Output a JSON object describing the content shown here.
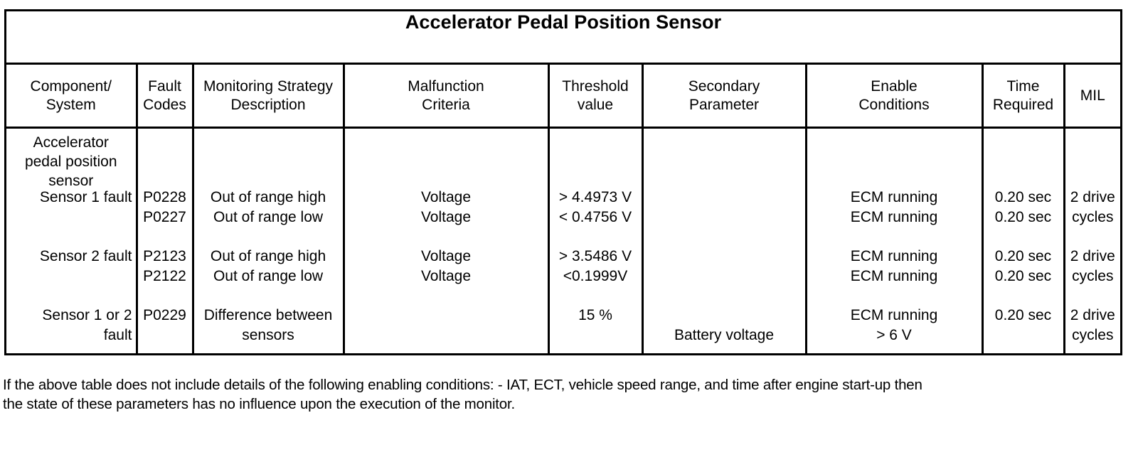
{
  "document": {
    "table_title": "Accelerator Pedal Position Sensor",
    "columns": [
      {
        "line1": "Component/",
        "line2": "System"
      },
      {
        "line1": "Fault",
        "line2": "Codes"
      },
      {
        "line1": "Monitoring Strategy",
        "line2": "Description"
      },
      {
        "line1": "Malfunction",
        "line2": "Criteria"
      },
      {
        "line1": "Threshold",
        "line2": "value"
      },
      {
        "line1": "Secondary",
        "line2": "Parameter"
      },
      {
        "line1": "Enable",
        "line2": "Conditions"
      },
      {
        "line1": "Time",
        "line2": "Required"
      },
      {
        "line1": "MIL",
        "line2": ""
      }
    ],
    "component": {
      "heading_l1": "Accelerator",
      "heading_l2": "pedal position",
      "heading_l3": "sensor",
      "sensor1_fault": "Sensor 1 fault",
      "sensor2_fault": "Sensor 2  fault",
      "sensor1or2_l1": "Sensor 1 or 2",
      "sensor1or2_l2": "fault"
    },
    "fault_codes": {
      "c1": "P0228",
      "c2": "P0227",
      "c3": "P2123",
      "c4": "P2122",
      "c5": "P0229"
    },
    "monitoring_strategy": {
      "m1": "Out of range high",
      "m2": "Out of range low",
      "m3": "Out of range high",
      "m4": "Out of range low",
      "m5_l1": "Difference between",
      "m5_l2": "sensors"
    },
    "malfunction_criteria": {
      "f1": "Voltage",
      "f2": "Voltage",
      "f3": "Voltage",
      "f4": "Voltage"
    },
    "threshold_value": {
      "t1": "> 4.4973 V",
      "t2": "< 0.4756 V",
      "t3": "> 3.5486 V",
      "t4": "<0.1999V",
      "t5": "15 %"
    },
    "secondary_parameter": {
      "s5": "Battery voltage"
    },
    "enable_conditions": {
      "e1": "ECM running",
      "e2": "ECM running",
      "e3": "ECM running",
      "e4": "ECM running",
      "e5_l1": "ECM running",
      "e5_l2": "> 6 V"
    },
    "time_required": {
      "r1": "0.20 sec",
      "r2": "0.20 sec",
      "r3": "0.20 sec",
      "r4": "0.20 sec",
      "r5": "0.20 sec"
    },
    "mil": {
      "i1": "2 drive",
      "i2": "cycles",
      "i3": "2 drive",
      "i4": "cycles",
      "i5": "2 drive",
      "i6": "cycles"
    },
    "footnote": {
      "line1": "If the above table does not include details of the following enabling conditions: - IAT, ECT, vehicle speed range, and time after engine start-up then",
      "line2": "the state of these parameters has no influence upon the execution of the monitor."
    }
  },
  "colors": {
    "ink": "#000000",
    "paper": "#ffffff"
  }
}
